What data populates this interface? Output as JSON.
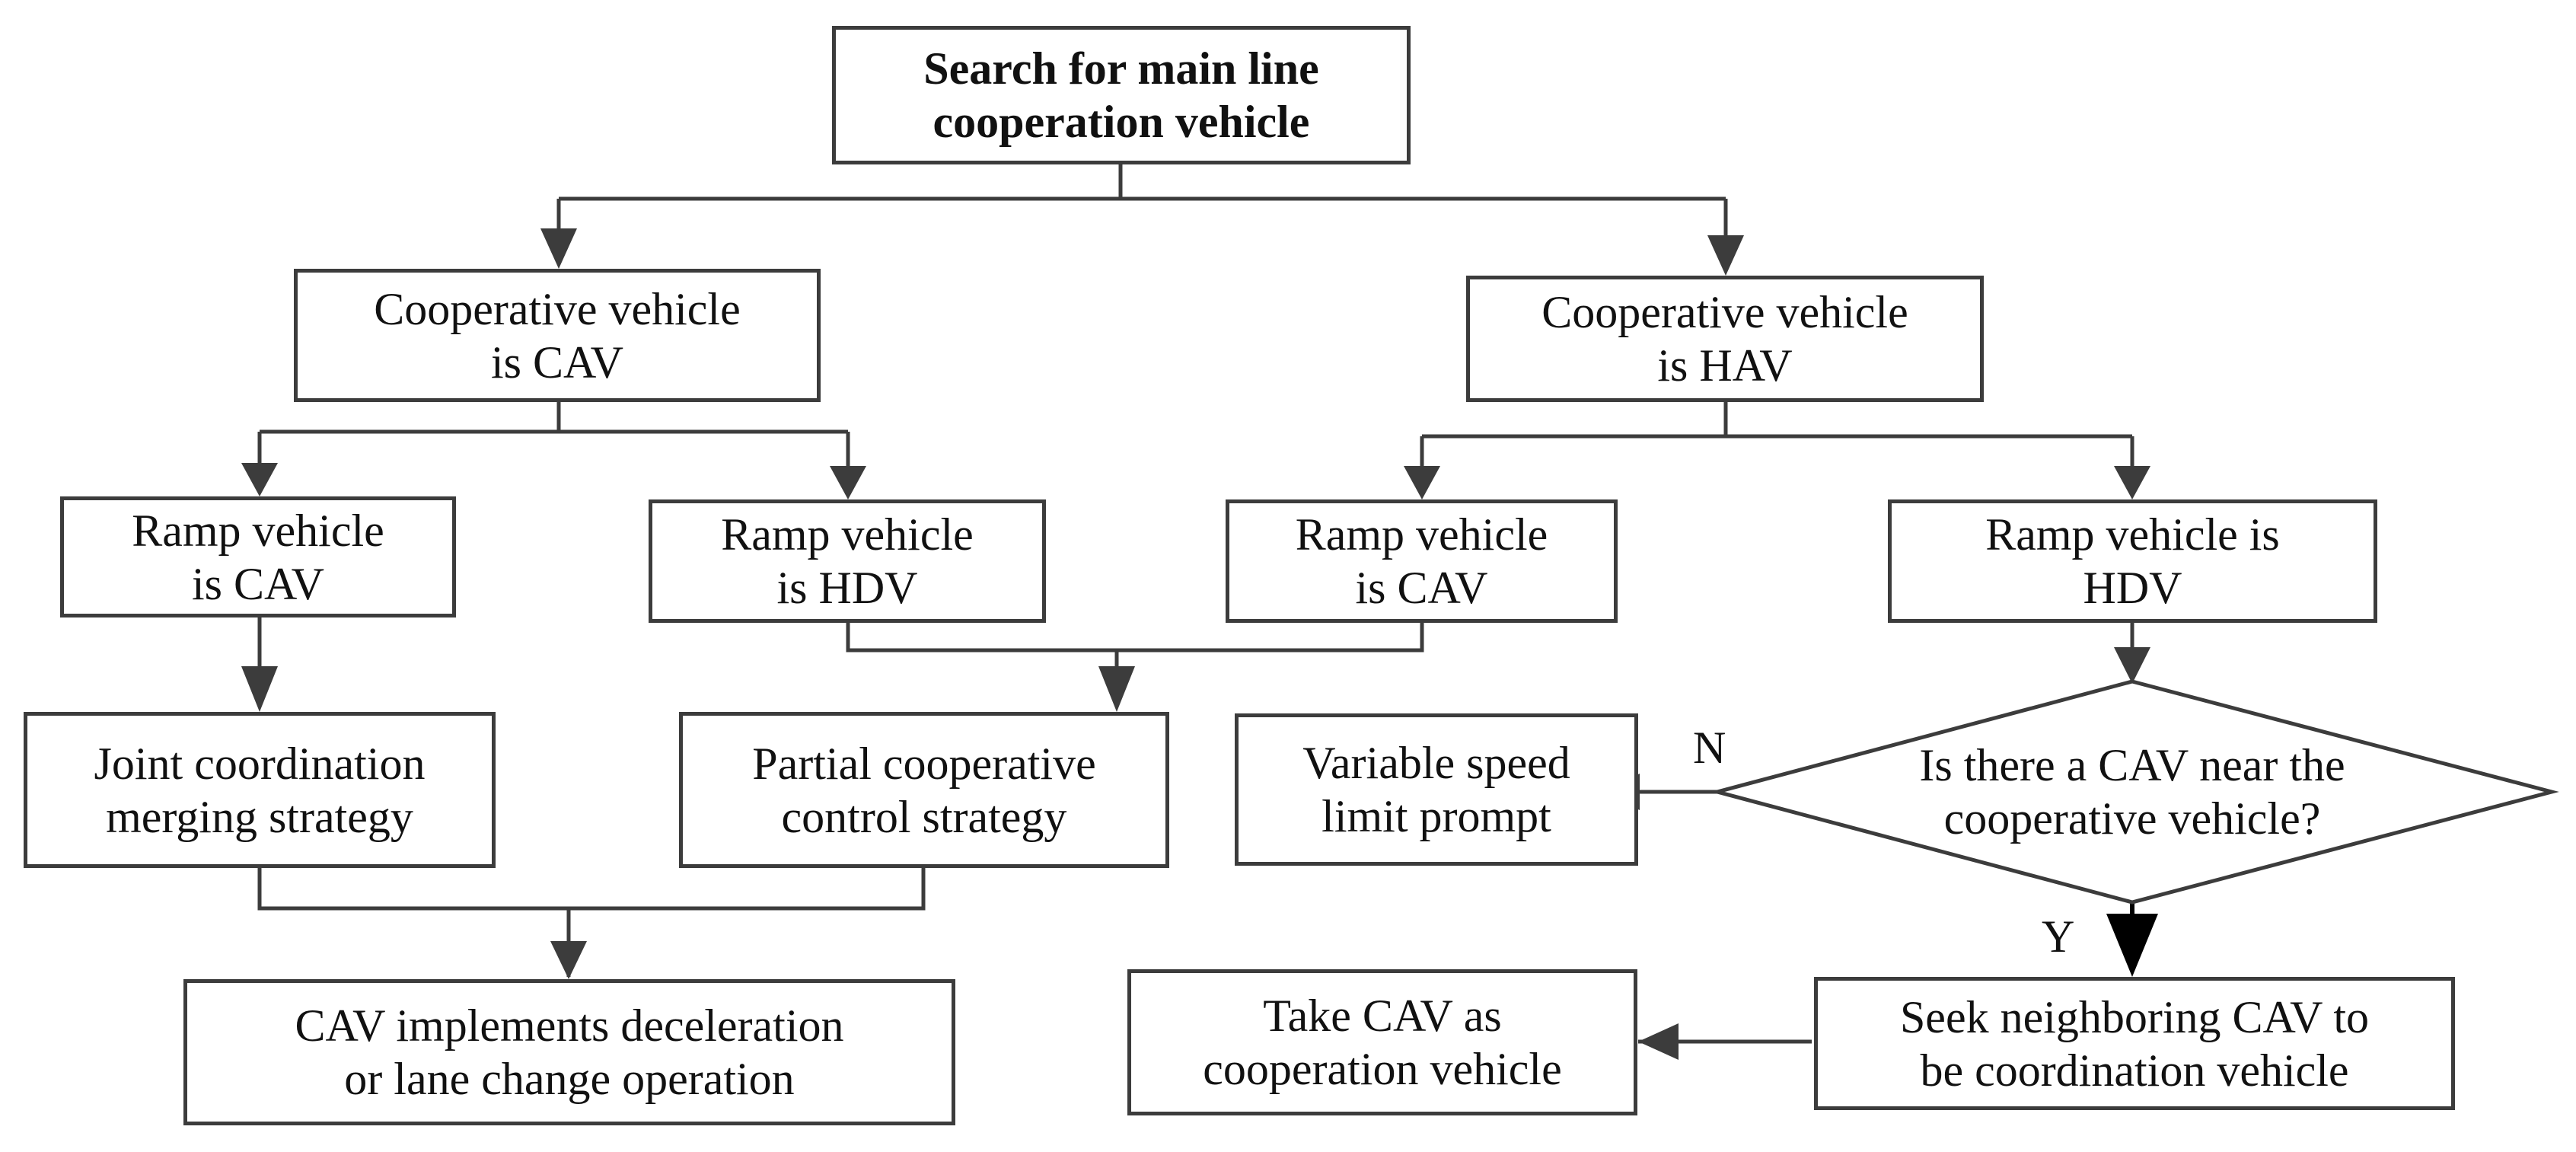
{
  "nodes": {
    "search": {
      "line1": "Search for main line",
      "line2": "cooperation vehicle"
    },
    "coop_cav": {
      "line1": "Cooperative vehicle",
      "line2": "is CAV"
    },
    "coop_hav": {
      "line1": "Cooperative vehicle",
      "line2": "is HAV"
    },
    "ramp_cav_left": {
      "line1": "Ramp vehicle",
      "line2": "is CAV"
    },
    "ramp_hdv_left": {
      "line1": "Ramp vehicle",
      "line2": "is HDV"
    },
    "ramp_cav_right": {
      "line1": "Ramp vehicle",
      "line2": "is CAV"
    },
    "ramp_hdv_right": {
      "line1": "Ramp vehicle is",
      "line2": "HDV"
    },
    "joint": {
      "line1": "Joint coordination",
      "line2": "merging strategy"
    },
    "partial": {
      "line1": "Partial cooperative",
      "line2": "control strategy"
    },
    "vsl": {
      "line1": "Variable speed",
      "line2": "limit prompt"
    },
    "decision": {
      "line1": "Is there a CAV near the",
      "line2": "cooperative vehicle?"
    },
    "cav_impl": {
      "line1": "CAV implements deceleration",
      "line2": "or lane change operation"
    },
    "take_cav": {
      "line1": "Take CAV as",
      "line2": "cooperation vehicle"
    },
    "seek": {
      "line1": "Seek neighboring CAV to",
      "line2": "be coordination vehicle"
    }
  },
  "labels": {
    "no": "N",
    "yes": "Y"
  },
  "colors": {
    "line": "#3c3c3c",
    "text": "#111111",
    "fill": "#ffffff",
    "yes_arrow": "#000000"
  }
}
